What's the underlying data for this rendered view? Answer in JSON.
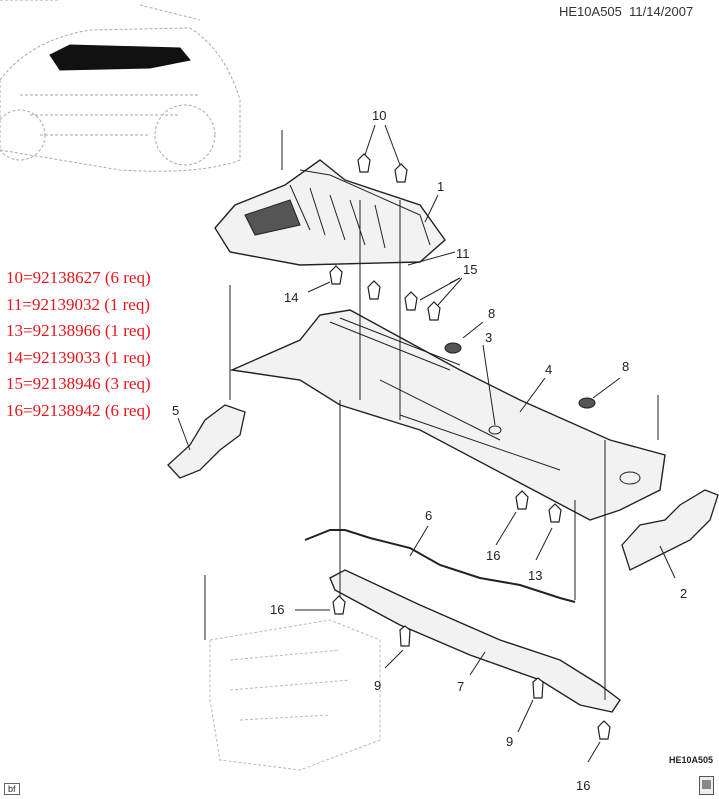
{
  "header": {
    "code": "HE10A505",
    "date": "11/14/2007"
  },
  "footer": {
    "corner_code": "HE10A505",
    "bf_tag": "bf"
  },
  "legend": [
    "10=92138627 (6 req)",
    "11=92139032 (1 req)",
    "13=92138966 (1 req)",
    "14=92139033 (1 req)",
    "15=92138946 (3 req)",
    "16=92138942 (6 req)"
  ],
  "callouts": {
    "c10": "10",
    "c1": "1",
    "c11": "11",
    "c15": "15",
    "c14": "14",
    "c8a": "8",
    "c3": "3",
    "c4": "4",
    "c8b": "8",
    "c5": "5",
    "c6": "6",
    "c16a": "16",
    "c13": "13",
    "c2": "2",
    "c16b": "16",
    "c9a": "9",
    "c7": "7",
    "c9b": "9",
    "c16c": "16"
  },
  "colors": {
    "legend": "#e8141b",
    "line": "#222222",
    "fill": "#f2f2f2"
  }
}
